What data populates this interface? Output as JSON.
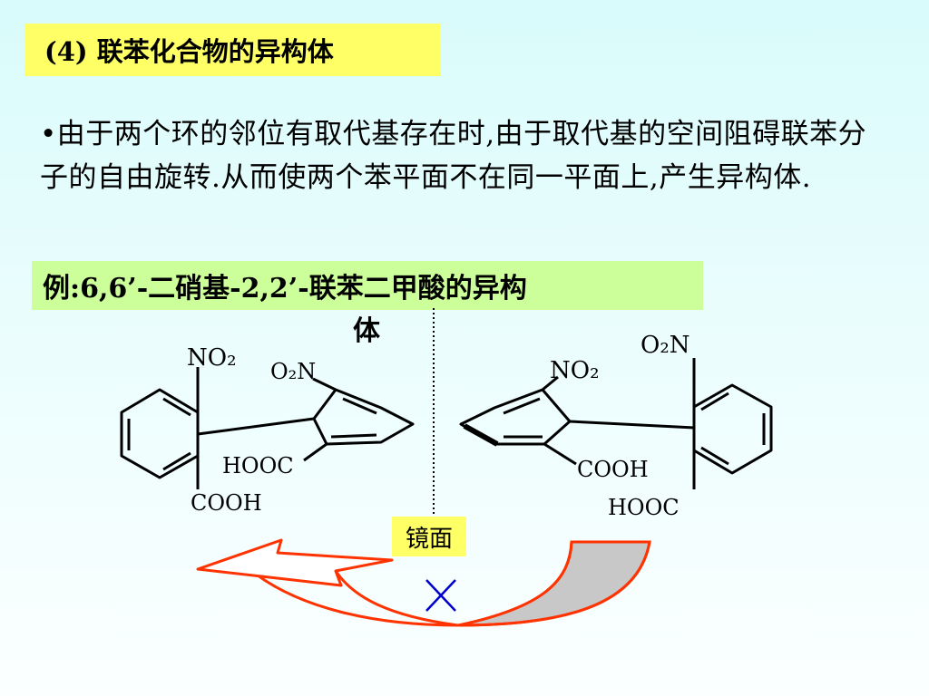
{
  "title": "(4) 联苯化合物的异构体",
  "bullet": "•由于两个环的邻位有取代基存在时,由于取代基的空间阻碍联苯分子的自由旋转.从而使两个苯平面不在同一平面上,产生异构体.",
  "example": {
    "line1": "例:6,6’-二硝基-2,2’-联苯二甲酸的异构",
    "line2": "体"
  },
  "mirror_label": "镜面",
  "left_molecule": {
    "no2_top": "NO₂",
    "o2n_top": "O₂N",
    "hooc": "HOOC",
    "cooh": "COOH"
  },
  "right_molecule": {
    "o2n_top": "O₂N",
    "no2_mid": "NO₂",
    "cooh": "COOH",
    "hooc": "HOOC"
  },
  "colors": {
    "title_bg": "#ffff66",
    "example_bg": "#ccff99",
    "arrow_stroke": "#ff3300",
    "cross": "#0000cc",
    "shadow_fill": "#c8c8c8"
  }
}
